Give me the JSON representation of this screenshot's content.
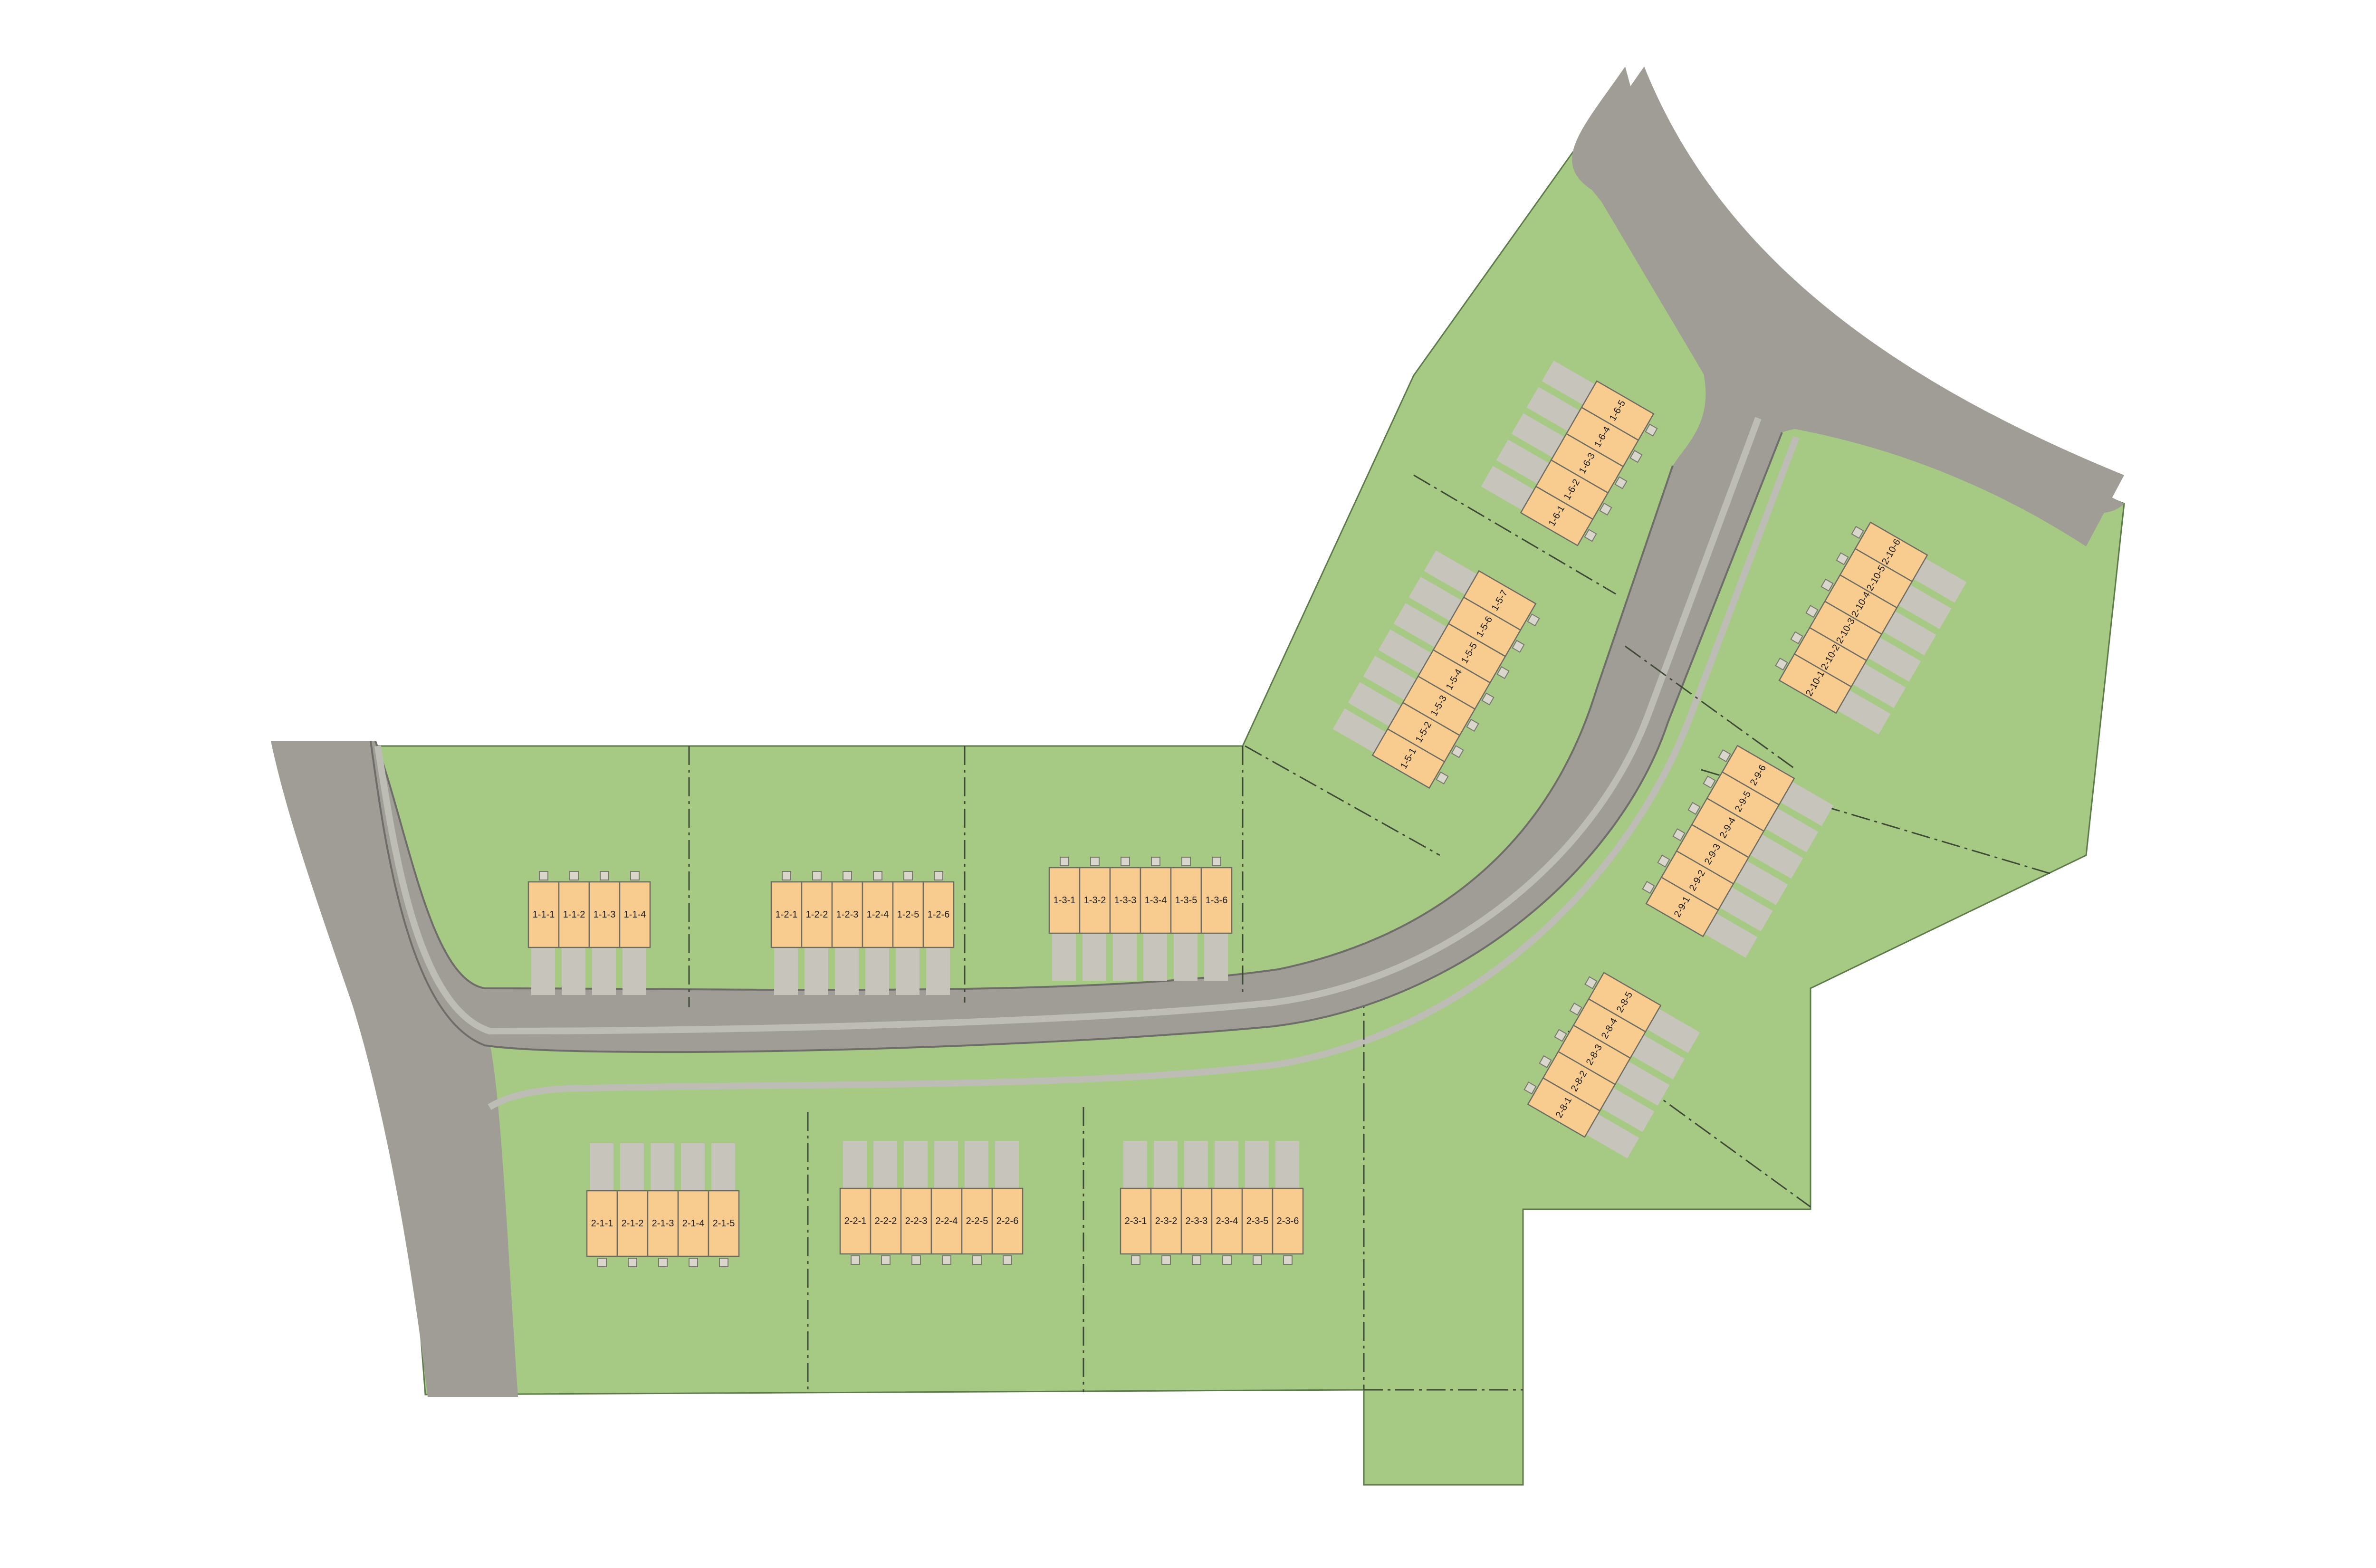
{
  "map": {
    "colors": {
      "lawn": "#a6ca84",
      "road": "#a09d97",
      "road_edge": "#6f6d69",
      "sidewalk": "#bdbcb5",
      "driveway": "#c6c4bb",
      "unit_fill": "#f7cc8e",
      "unit_stroke": "#6e6b63",
      "lot_line": "#3f4a36"
    },
    "buildings": [
      {
        "id": "1-1",
        "units": [
          "1-1-1",
          "1-1-2",
          "1-1-3",
          "1-1-4"
        ]
      },
      {
        "id": "1-2",
        "units": [
          "1-2-1",
          "1-2-2",
          "1-2-3",
          "1-2-4",
          "1-2-5",
          "1-2-6"
        ]
      },
      {
        "id": "1-3",
        "units": [
          "1-3-1",
          "1-3-2",
          "1-3-3",
          "1-3-4",
          "1-3-5",
          "1-3-6"
        ]
      },
      {
        "id": "1-5",
        "units": [
          "1-5-1",
          "1-5-2",
          "1-5-3",
          "1-5-4",
          "1-5-5",
          "1-5-6",
          "1-5-7"
        ]
      },
      {
        "id": "1-6",
        "units": [
          "1-6-1",
          "1-6-2",
          "1-6-3",
          "1-6-4",
          "1-6-5"
        ]
      },
      {
        "id": "2-1",
        "units": [
          "2-1-1",
          "2-1-2",
          "2-1-3",
          "2-1-4",
          "2-1-5"
        ]
      },
      {
        "id": "2-2",
        "units": [
          "2-2-1",
          "2-2-2",
          "2-2-3",
          "2-2-4",
          "2-2-5",
          "2-2-6"
        ]
      },
      {
        "id": "2-3",
        "units": [
          "2-3-1",
          "2-3-2",
          "2-3-3",
          "2-3-4",
          "2-3-5",
          "2-3-6"
        ]
      },
      {
        "id": "2-8",
        "units": [
          "2-8-1",
          "2-8-2",
          "2-8-3",
          "2-8-4",
          "2-8-5"
        ]
      },
      {
        "id": "2-9",
        "units": [
          "2-9-1",
          "2-9-2",
          "2-9-3",
          "2-9-4",
          "2-9-5",
          "2-9-6"
        ]
      },
      {
        "id": "2-10",
        "units": [
          "2-10-1",
          "2-10-2",
          "2-10-3",
          "2-10-4",
          "2-10-5",
          "2-10-6"
        ]
      }
    ]
  }
}
